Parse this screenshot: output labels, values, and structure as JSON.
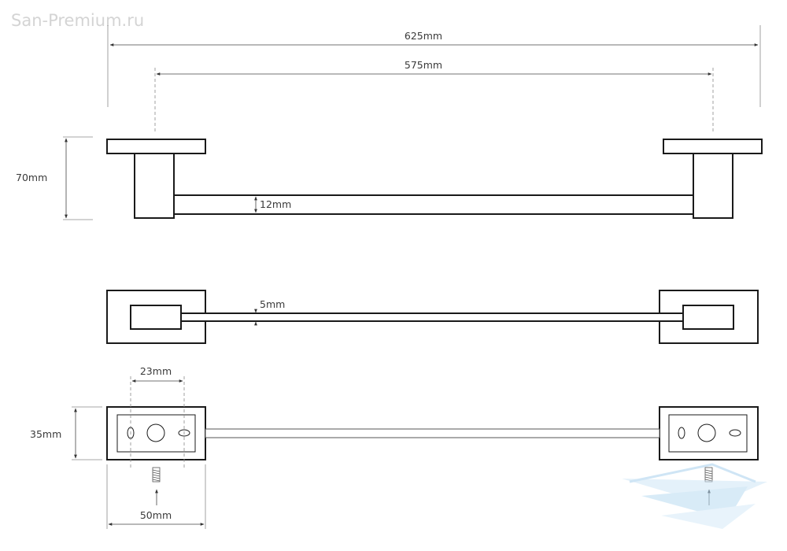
{
  "watermark": "San-Premium.ru",
  "dimensions": {
    "overall_length": "625mm",
    "mount_spacing": "575mm",
    "height": "70mm",
    "bar_height": "12mm",
    "bar_depth": "5mm",
    "hole_spacing": "23mm",
    "plate_height": "35mm",
    "plate_width": "50mm"
  },
  "views": [
    "side-view",
    "top-view",
    "mounting-view"
  ],
  "colors": {
    "line": "#1a1a1a",
    "dimension": "#444444",
    "watermark": "#d4d4d4",
    "logo": "#9ccbea"
  }
}
